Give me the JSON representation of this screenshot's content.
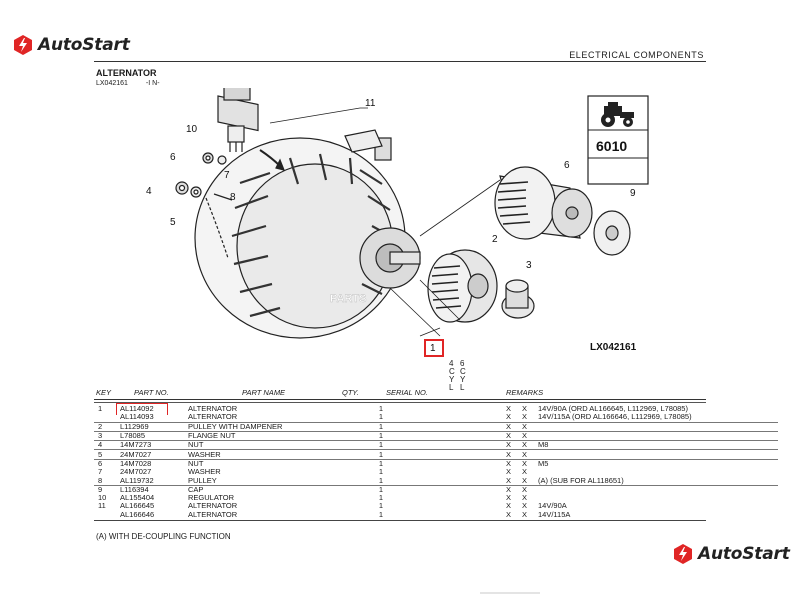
{
  "brand": {
    "name": "AutoStart",
    "accent": "#e02525"
  },
  "header": {
    "section": "ELECTRICAL COMPONENTS",
    "title": "ALTERNATOR",
    "doc_code": "LX042161",
    "doc_suffix": "-I N-"
  },
  "diagram": {
    "code": "LX042161",
    "model": "6010",
    "callouts": [
      "1",
      "2",
      "3",
      "4",
      "5",
      "6",
      "7",
      "8",
      "9",
      "10",
      "11"
    ],
    "watermark": "PARTS"
  },
  "table": {
    "col_codes": {
      "line1": [
        "4",
        "6"
      ],
      "line2": [
        "C",
        "C"
      ],
      "line3": [
        "Y",
        "Y"
      ],
      "line4": [
        "L",
        "L"
      ]
    },
    "columns": {
      "key": "KEY",
      "part_no": "PART NO.",
      "part_name": "PART NAME",
      "qty": "QTY.",
      "serial": "SERIAL NO.",
      "remarks": "REMARKS"
    },
    "rows": [
      {
        "key": "1",
        "part": "AL114092",
        "name": "ALTERNATOR",
        "qty": "1",
        "c1": "X",
        "c2": "X",
        "remarks": "14V/90A (ORD AL166645, L112969, L78085)",
        "sep": false
      },
      {
        "key": "",
        "part": "AL114093",
        "name": "ALTERNATOR",
        "qty": "1",
        "c1": "X",
        "c2": "X",
        "remarks": "14V/115A (ORD AL166646, L112969, L78085)",
        "sep": true
      },
      {
        "key": "2",
        "part": "L112969",
        "name": "PULLEY WITH DAMPENER",
        "qty": "1",
        "c1": "X",
        "c2": "X",
        "remarks": "",
        "sep": true
      },
      {
        "key": "3",
        "part": "L78085",
        "name": "FLANGE NUT",
        "qty": "1",
        "c1": "X",
        "c2": "X",
        "remarks": "",
        "sep": true
      },
      {
        "key": "4",
        "part": "14M7273",
        "name": "NUT",
        "qty": "1",
        "c1": "X",
        "c2": "X",
        "remarks": "M8",
        "sep": true
      },
      {
        "key": "5",
        "part": "24M7027",
        "name": "WASHER",
        "qty": "1",
        "c1": "X",
        "c2": "X",
        "remarks": "",
        "sep": true
      },
      {
        "key": "6",
        "part": "14M7028",
        "name": "NUT",
        "qty": "1",
        "c1": "X",
        "c2": "X",
        "remarks": "M5",
        "sep": false
      },
      {
        "key": "7",
        "part": "24M7027",
        "name": "WASHER",
        "qty": "1",
        "c1": "X",
        "c2": "X",
        "remarks": "",
        "sep": false
      },
      {
        "key": "8",
        "part": "AL119732",
        "name": "PULLEY",
        "qty": "1",
        "c1": "X",
        "c2": "X",
        "remarks": "(A) (SUB FOR AL118651)",
        "sep": true
      },
      {
        "key": "9",
        "part": "L116394",
        "name": "CAP",
        "qty": "1",
        "c1": "X",
        "c2": "X",
        "remarks": "",
        "sep": false
      },
      {
        "key": "10",
        "part": "AL155404",
        "name": "REGULATOR",
        "qty": "1",
        "c1": "X",
        "c2": "X",
        "remarks": "",
        "sep": false
      },
      {
        "key": "11",
        "part": "AL166645",
        "name": "ALTERNATOR",
        "qty": "1",
        "c1": "X",
        "c2": "X",
        "remarks": "14V/90A",
        "sep": false
      },
      {
        "key": "",
        "part": "AL166646",
        "name": "ALTERNATOR",
        "qty": "1",
        "c1": "X",
        "c2": "X",
        "remarks": "14V/115A",
        "sep": false
      }
    ]
  },
  "footnote": "(A) WITH DE-COUPLING FUNCTION"
}
